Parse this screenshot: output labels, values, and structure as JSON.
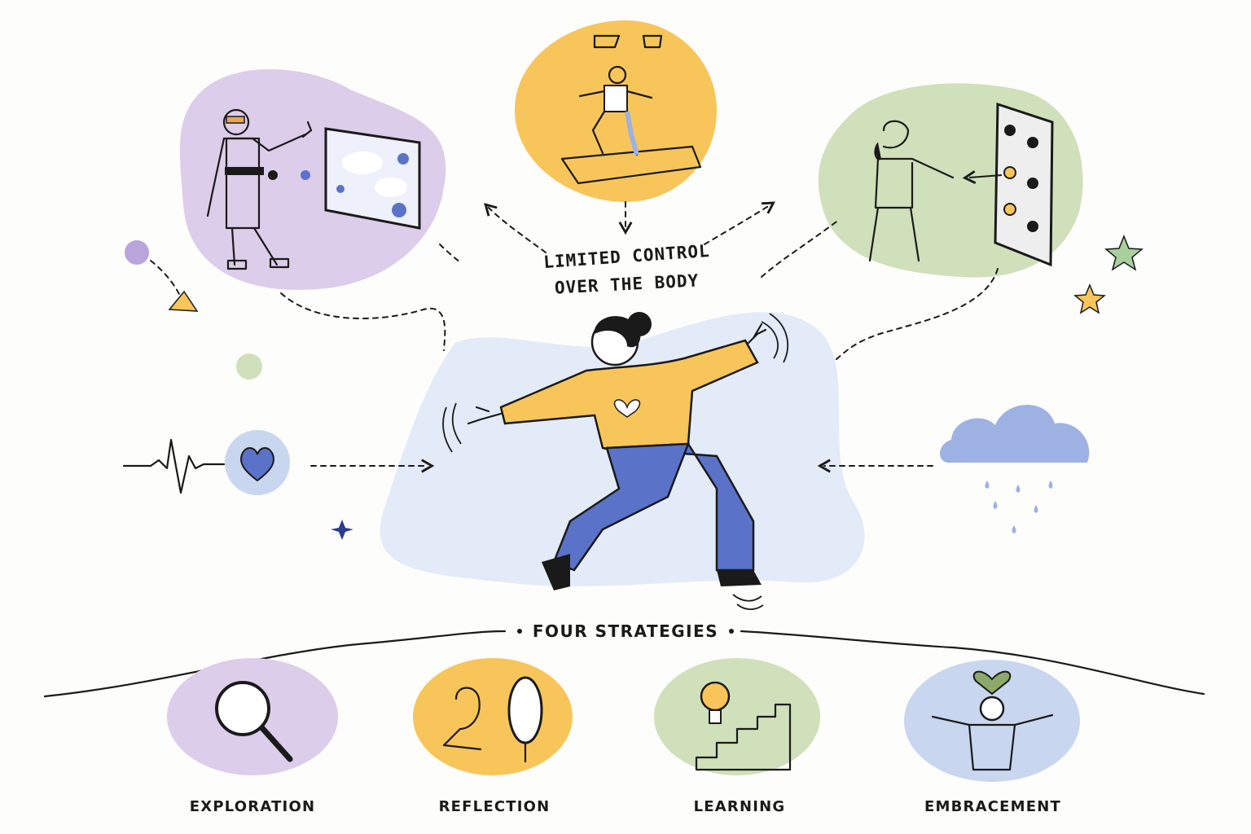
{
  "title": {
    "line1": "LIMITED CONTROL",
    "line2": "OVER THE BODY"
  },
  "section_heading": "FOUR STRATEGIES",
  "strategies": [
    {
      "label": "EXPLORATION",
      "icon": "magnifier-icon",
      "color": "#dccdea"
    },
    {
      "label": "REFLECTION",
      "icon": "mirror-icon",
      "color": "#f8c55a"
    },
    {
      "label": "LEARNING",
      "icon": "lightbulb-stairs-icon",
      "color": "#cfe0bb"
    },
    {
      "label": "EMBRACEMENT",
      "icon": "open-arms-icon",
      "color": "#c9d6f0"
    }
  ],
  "scenes": [
    {
      "name": "vr-suit-scene",
      "color": "#dccdea"
    },
    {
      "name": "motion-capture-scene",
      "color": "#f8c55a"
    },
    {
      "name": "button-panel-scene",
      "color": "#cfe0bb"
    }
  ],
  "influences": [
    {
      "name": "heartbeat",
      "icon": "heartbeat-icon",
      "color": "#5a73c9"
    },
    {
      "name": "weather",
      "icon": "rain-cloud-icon",
      "color": "#9eb1e3"
    }
  ],
  "colors": {
    "purple": "#dccdea",
    "yellow": "#f8c55a",
    "green": "#cfe0bb",
    "blue": "#c9d6f0",
    "pants": "#5a73c9",
    "shirt": "#f8c55a",
    "ink": "#1a1a1a"
  }
}
